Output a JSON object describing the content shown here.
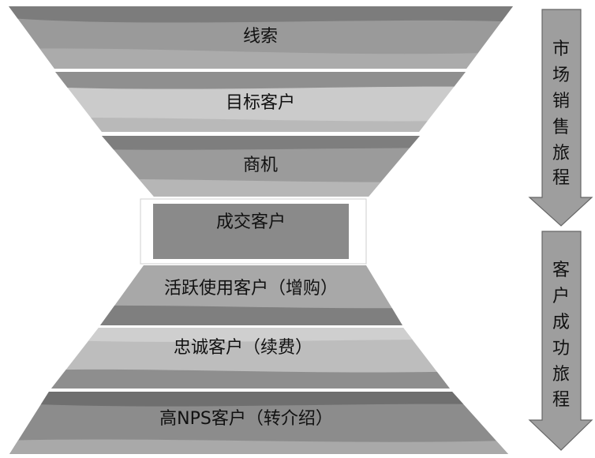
{
  "diagram": {
    "funnel_stages": [
      {
        "label": "线索"
      },
      {
        "label": "目标客户"
      },
      {
        "label": "商机"
      },
      {
        "label": "成交客户"
      },
      {
        "label": "活跃使用客户（增购）"
      },
      {
        "label": "忠诚客户（续费）"
      },
      {
        "label": "高NPS客户（转介绍）"
      }
    ],
    "journeys": [
      {
        "label": "市场销售旅程",
        "chars": [
          "市",
          "场",
          "销",
          "售",
          "旅",
          "程"
        ]
      },
      {
        "label": "客户成功旅程",
        "chars": [
          "客",
          "户",
          "成",
          "功",
          "旅",
          "程"
        ]
      }
    ]
  }
}
